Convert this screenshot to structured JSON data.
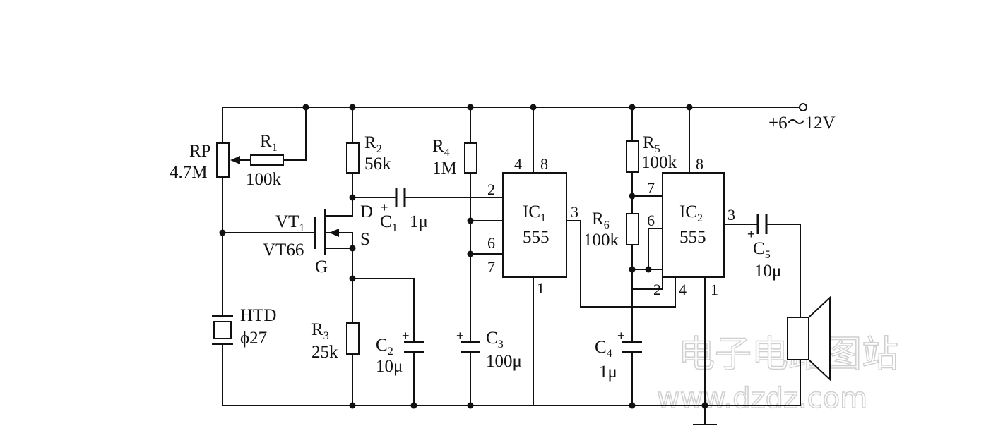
{
  "supply": {
    "label": "+6～12V"
  },
  "rp": {
    "ref": "RP",
    "value": "4.7M"
  },
  "r1": {
    "ref": "R",
    "num": "1",
    "value": "100k"
  },
  "r2": {
    "ref": "R",
    "num": "2",
    "value": "56k"
  },
  "r3": {
    "ref": "R",
    "num": "3",
    "value": "25k"
  },
  "r4": {
    "ref": "R",
    "num": "4",
    "value": "1M"
  },
  "r5": {
    "ref": "R",
    "num": "5",
    "value": "100k"
  },
  "r6": {
    "ref": "R",
    "num": "6",
    "value": "100k"
  },
  "c1": {
    "ref": "C",
    "num": "1",
    "value": "1μ"
  },
  "c2": {
    "ref": "C",
    "num": "2",
    "value": "10μ"
  },
  "c3": {
    "ref": "C",
    "num": "3",
    "value": "100μ"
  },
  "c4": {
    "ref": "C",
    "num": "4",
    "value": "1μ"
  },
  "c5": {
    "ref": "C",
    "num": "5",
    "value": "10μ"
  },
  "vt1": {
    "ref": "VT",
    "num": "1",
    "model": "VT66",
    "drain": "D",
    "source": "S",
    "gate": "G"
  },
  "htd": {
    "ref": "HTD",
    "value": "ϕ27"
  },
  "ic1": {
    "ref": "IC",
    "num": "1",
    "model": "555",
    "pins": {
      "p4": "4",
      "p8": "8",
      "p2": "2",
      "p6": "6",
      "p7": "7",
      "p3": "3",
      "p1": "1"
    }
  },
  "ic2": {
    "ref": "IC",
    "num": "2",
    "model": "555",
    "pins": {
      "p8": "8",
      "p7": "7",
      "p6": "6",
      "p2": "2",
      "p4": "4",
      "p1": "1",
      "p3": "3"
    }
  },
  "polarity": "+",
  "watermark": {
    "line1": "电子电路图站",
    "line2": "www.dzdz.com"
  }
}
